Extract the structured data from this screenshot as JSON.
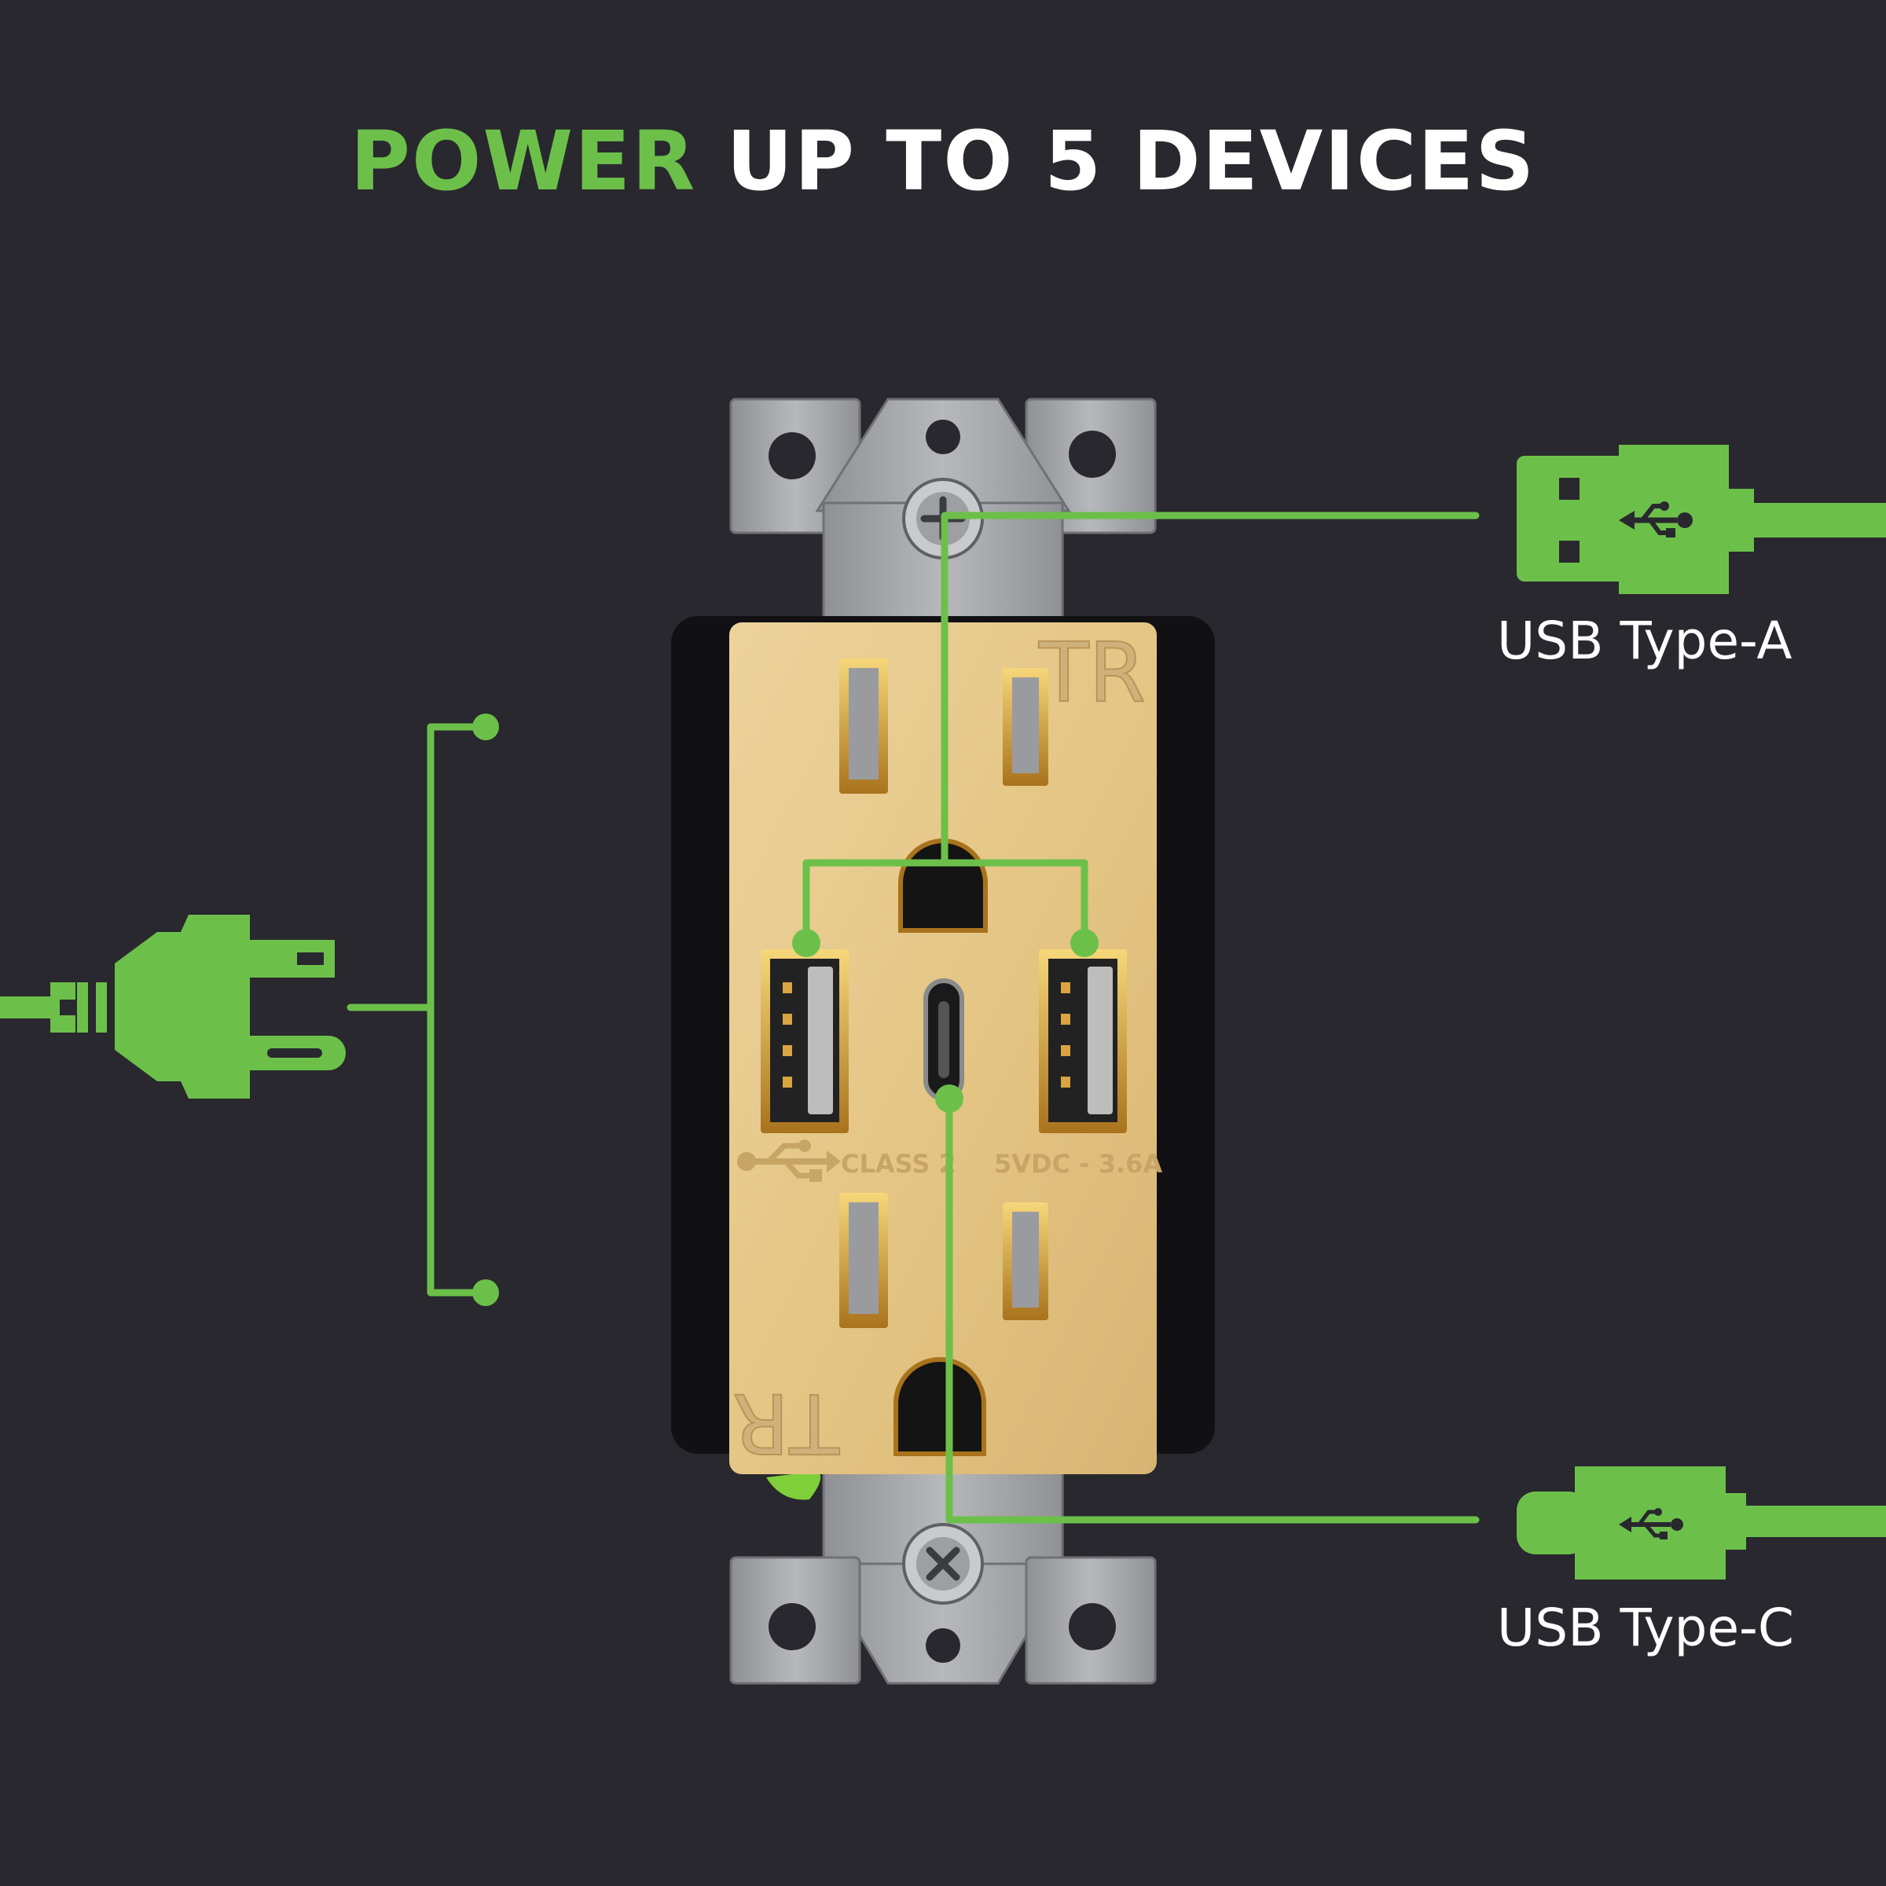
{
  "headline": {
    "accent": "POWER",
    "rest": "UP TO 5 DEVICES"
  },
  "callouts": {
    "usb_a": "USB Type-A",
    "usb_c": "USB Type-C"
  },
  "outlet": {
    "tr_mark_top": "TR",
    "tr_mark_bottom": "TR",
    "class_label": "CLASS 2",
    "rating_label": "5VDC - 3.6A"
  },
  "colors": {
    "background": "#29282e",
    "accent": "#6cc04a",
    "faceplate": "#e7c98c",
    "mounting_strap": "#a9aaad"
  },
  "icons": [
    "power-plug-icon",
    "usb-type-a-connector-icon",
    "usb-type-c-connector-icon",
    "usb-trident-icon"
  ]
}
